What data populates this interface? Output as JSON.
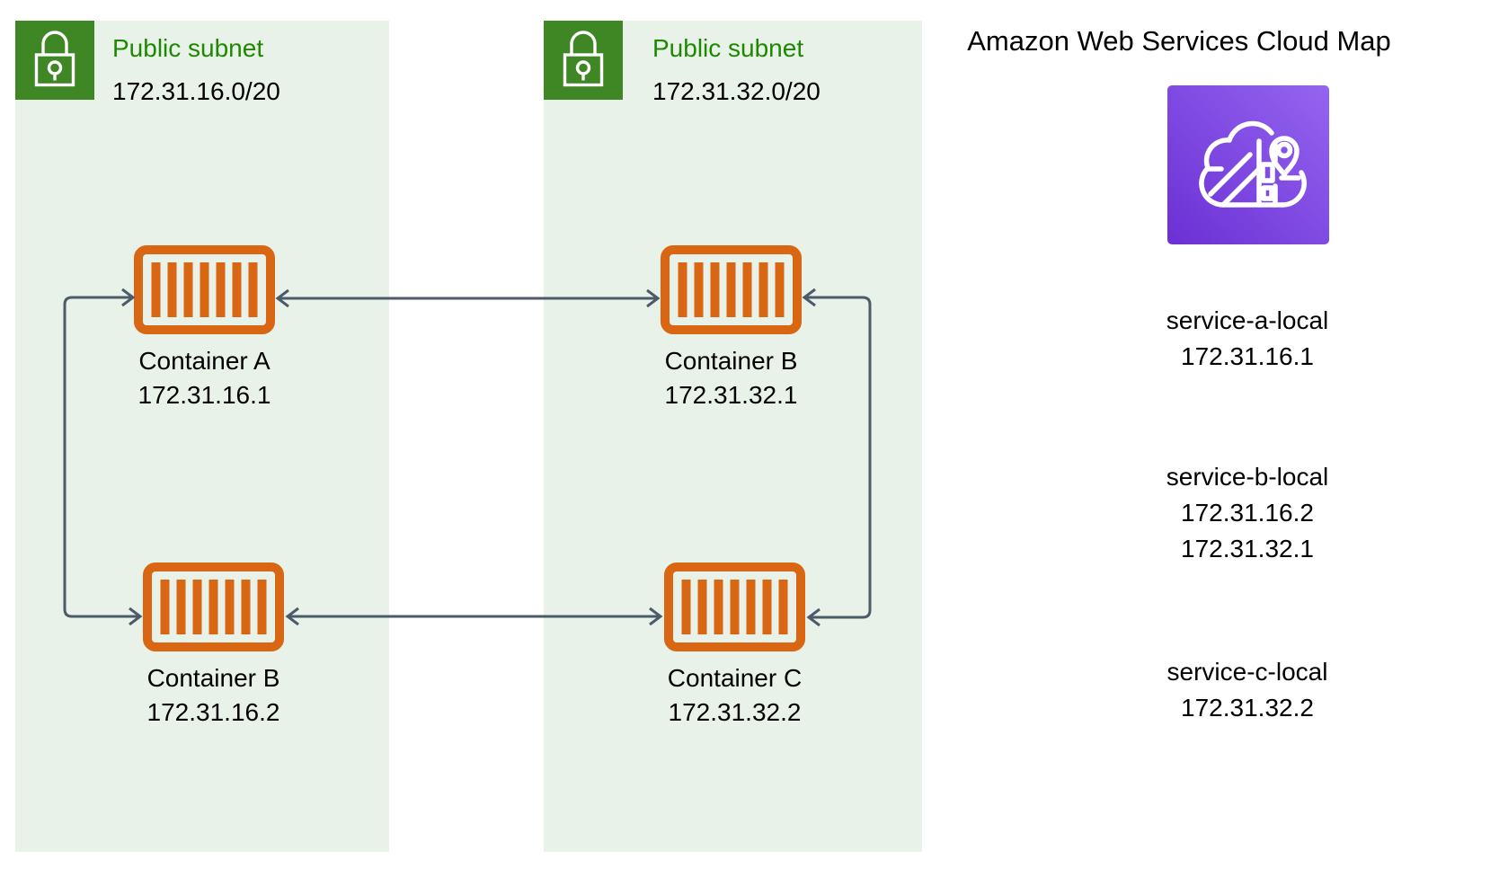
{
  "colors": {
    "subnet_bg": "#E9F2E8",
    "icon_green": "#3F8624",
    "label_green": "#1E8900",
    "container_orange": "#D86613",
    "arrow": "#4C5B69",
    "cloudmap_gradient_start": "#6B30D4",
    "cloudmap_gradient_end": "#9465F0",
    "text": "#000000"
  },
  "icons": {
    "subnet": "lock-icon",
    "container": "container-icon",
    "cloud_map": "aws-cloud-map-icon"
  },
  "subnets": [
    {
      "label": "Public subnet",
      "cidr": "172.31.16.0/20",
      "containers": [
        {
          "name": "Container A",
          "ip": "172.31.16.1"
        },
        {
          "name": "Container B",
          "ip": "172.31.16.2"
        }
      ]
    },
    {
      "label": "Public subnet",
      "cidr": "172.31.32.0/20",
      "containers": [
        {
          "name": "Container B",
          "ip": "172.31.32.1"
        },
        {
          "name": "Container C",
          "ip": "172.31.32.2"
        }
      ]
    }
  ],
  "cloud_map": {
    "title": "Amazon Web Services Cloud Map",
    "services": [
      {
        "name": "service-a-local",
        "ips": [
          "172.31.16.1"
        ]
      },
      {
        "name": "service-b-local",
        "ips": [
          "172.31.16.2",
          "172.31.32.1"
        ]
      },
      {
        "name": "service-c-local",
        "ips": [
          "172.31.32.2"
        ]
      }
    ]
  }
}
